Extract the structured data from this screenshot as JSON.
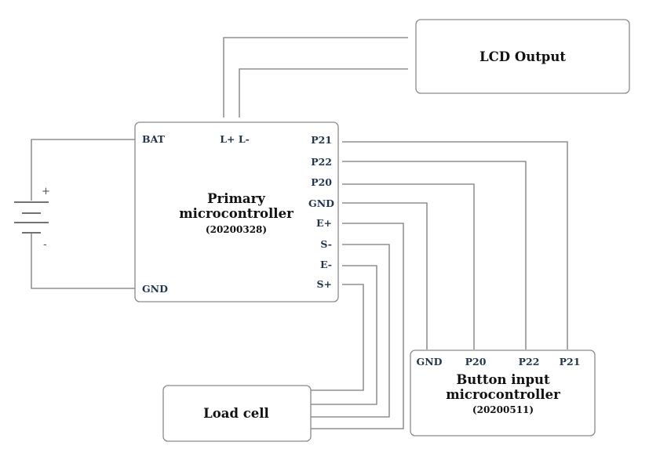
{
  "lcd": {
    "title": "LCD Output"
  },
  "primary": {
    "title_line1": "Primary",
    "title_line2": "microcontroller",
    "model": "(20200328)",
    "pins": {
      "bat": "BAT",
      "gnd_left": "GND",
      "lcd": "L+ L-",
      "p21": "P21",
      "p22": "P22",
      "p20": "P20",
      "gnd": "GND",
      "e_plus": "E+",
      "s_minus": "S-",
      "e_minus": "E-",
      "s_plus": "S+"
    }
  },
  "button_mcu": {
    "title_line1": "Button input",
    "title_line2": "microcontroller",
    "model": "(20200511)",
    "pins": {
      "gnd": "GND",
      "p20": "P20",
      "p22": "P22",
      "p21": "P21"
    }
  },
  "load_cell": {
    "title": "Load cell"
  },
  "battery": {
    "plus": "+",
    "minus": "-"
  }
}
